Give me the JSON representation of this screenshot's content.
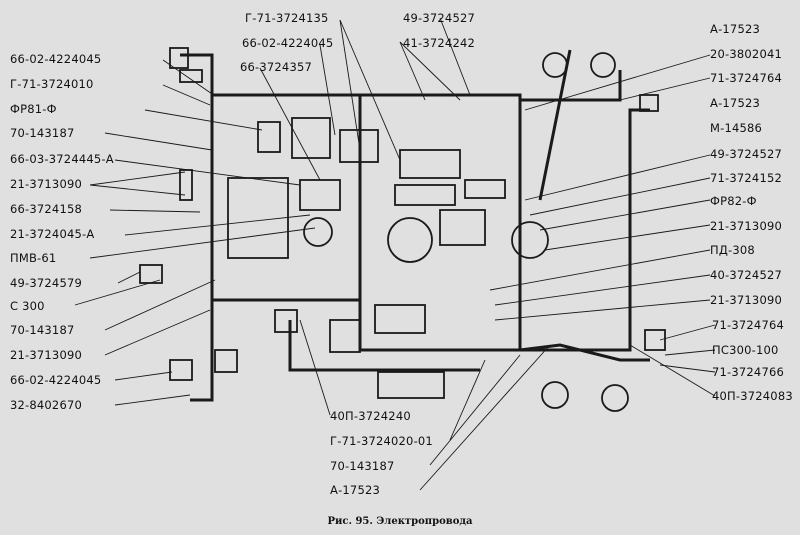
{
  "caption": "Рис. 95. Электропровода",
  "labels": {
    "left": [
      "66-02-4224045",
      "Г-71-3724010",
      "ФР81-Ф",
      "70-143187",
      "66-03-3724445-А",
      "21-3713090",
      "66-3724158",
      "21-3724045-А",
      "ПМВ-61",
      "49-3724579",
      "С 300",
      "70-143187",
      "21-3713090",
      "66-02-4224045",
      "32-8402670"
    ],
    "top": [
      "Г-71-3724135",
      "66-02-4224045",
      "66-3724357",
      "49-3724527",
      "41-3724242"
    ],
    "right": [
      "А-17523",
      "20-3802041",
      "71-3724764",
      "А-17523",
      "М-14586",
      "49-3724527",
      "71-3724152",
      "ФР82-Ф",
      "21-3713090",
      "ПД-308",
      "40-3724527",
      "21-3713090",
      "71-3724764",
      "ПС300-100",
      "71-3724766",
      "40П-3724083"
    ],
    "bottom": [
      "40П-3724240",
      "Г-71-3724020-01",
      "70-143187",
      "А-17523"
    ]
  }
}
